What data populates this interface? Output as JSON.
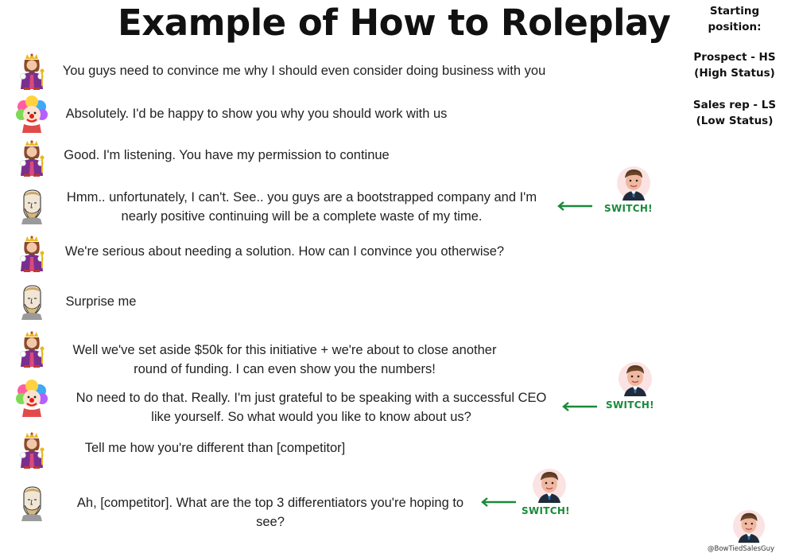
{
  "title": "Example of How to Roleplay",
  "starting_position": {
    "heading": "Starting position:",
    "prospect": "Prospect - HS (High Status)",
    "sales_rep": "Sales rep - LS (Low Status)"
  },
  "dialogue": [
    {
      "speaker": "king",
      "text": "You guys need to convince me why I should even consider doing business with you"
    },
    {
      "speaker": "clown",
      "text": "Absolutely. I'd be happy to show you why you should work with us"
    },
    {
      "speaker": "king",
      "text": "Good. I'm listening. You have my permission to continue"
    },
    {
      "speaker": "chad",
      "text": "Hmm.. unfortunately, I can't. See.. you guys are a bootstrapped company and I'm nearly positive continuing will be a complete waste of my time."
    },
    {
      "speaker": "king",
      "text": "We're serious about needing a solution. How can I convince you otherwise?"
    },
    {
      "speaker": "chad",
      "text": "Surprise me"
    },
    {
      "speaker": "king",
      "text": "Well we've set aside $50k for this initiative + we're about to close another round of funding. I can even show you the numbers!"
    },
    {
      "speaker": "clown",
      "text": "No need to do that. Really. I'm just grateful to be speaking with a successful CEO like yourself. So what would you like to know about us?"
    },
    {
      "speaker": "king",
      "text": "Tell me how you're different than [competitor]"
    },
    {
      "speaker": "chad",
      "text": "Ah, [competitor]. What are the top 3 differentiators you're hoping to see?"
    }
  ],
  "switch_label": "SWITCH!",
  "credit": "@BowTiedSalesGuy",
  "colors": {
    "switch": "#1a8a3a"
  }
}
